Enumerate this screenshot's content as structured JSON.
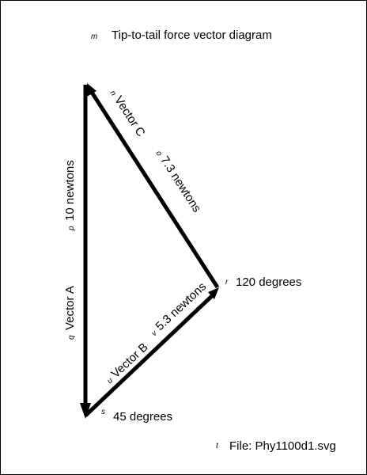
{
  "diagram": {
    "title": "Tip-to-tail force vector diagram",
    "title_key": "m",
    "file_label": "File: Phy1100d1.svg",
    "file_key": "t",
    "vectors": [
      {
        "id": "A",
        "name": "Vector A",
        "name_key": "q",
        "magnitude": "10 newtons",
        "magnitude_key": "p"
      },
      {
        "id": "B",
        "name": "Vector B",
        "name_key": "u",
        "magnitude": "5.3 newtons",
        "magnitude_key": "v"
      },
      {
        "id": "C",
        "name": "Vector C",
        "name_key": "n",
        "magnitude": "7.3 newtons",
        "magnitude_key": "o"
      }
    ],
    "angles": [
      {
        "label": "120 degrees",
        "key": "r"
      },
      {
        "label": "45 degrees",
        "key": "s"
      }
    ],
    "colors": {
      "line": "#000000",
      "background": "#ffffff"
    }
  }
}
